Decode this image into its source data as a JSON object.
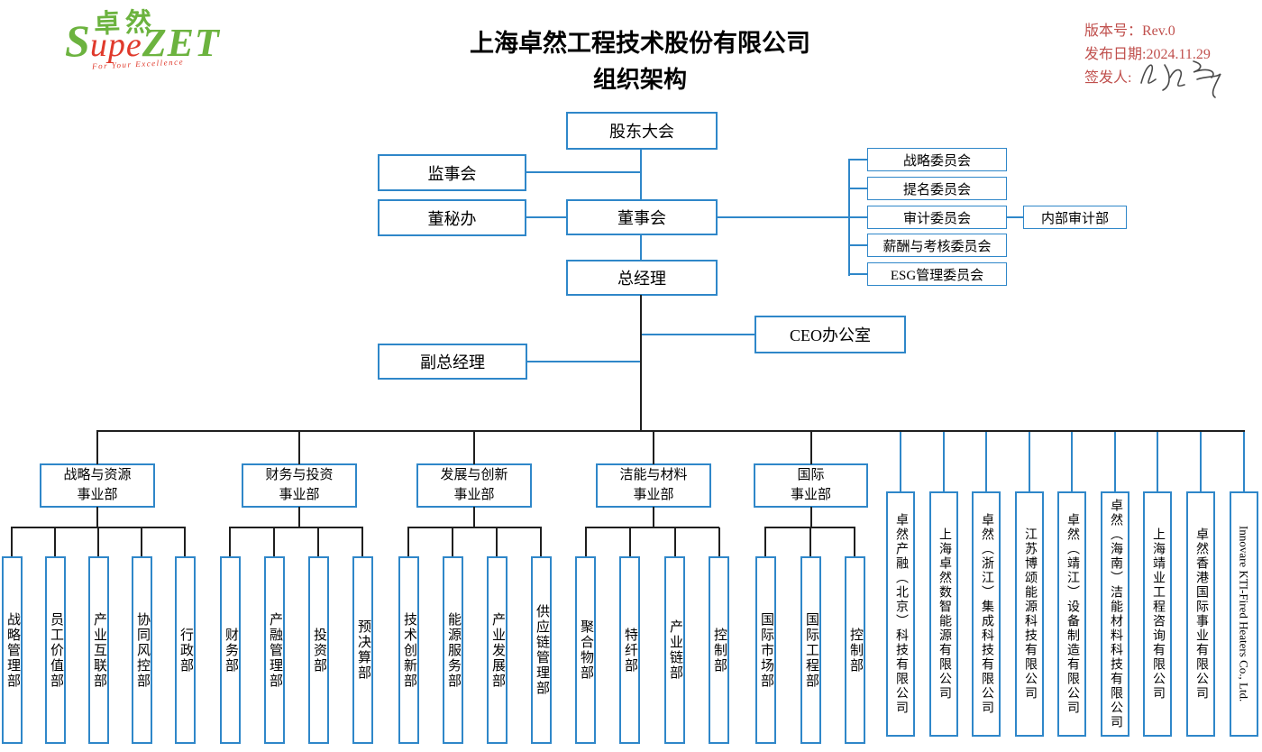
{
  "header": {
    "logo": {
      "cjk": "卓然",
      "latin_s": "S",
      "latin_upe": "upe",
      "latin_zet": "ZET",
      "tagline": "For Your Excellence"
    },
    "title_line1": "上海卓然工程技术股份有限公司",
    "title_line2": "组织架构",
    "meta": {
      "version": "版本号：Rev.0",
      "date": "发布日期:2024.11.29",
      "signer": "签发人:"
    }
  },
  "org": {
    "shareholders": "股东大会",
    "supervisory_board": "监事会",
    "board": "董事会",
    "board_secretary_office": "董秘办",
    "general_manager": "总经理",
    "deputy_general_manager": "副总经理",
    "ceo_office": "CEO办公室",
    "internal_audit": "内部审计部",
    "committees": [
      "战略委员会",
      "提名委员会",
      "审计委员会",
      "薪酬与考核委员会",
      "ESG管理委员会"
    ],
    "divisions": [
      {
        "line1": "战略与资源",
        "line2": "事业部",
        "departments": [
          "战略管理部",
          "员工价值部",
          "产业互联部",
          "协同风控部",
          "行政部"
        ]
      },
      {
        "line1": "财务与投资",
        "line2": "事业部",
        "departments": [
          "财务部",
          "产融管理部",
          "投资部",
          "预决算部"
        ]
      },
      {
        "line1": "发展与创新",
        "line2": "事业部",
        "departments": [
          "技术创新部",
          "能源服务部",
          "产业发展部",
          "供应链管理部"
        ]
      },
      {
        "line1": "洁能与材料",
        "line2": "事业部",
        "departments": [
          "聚合物部",
          "特纤部",
          "产业链部",
          "控制部"
        ]
      },
      {
        "line1": "国际",
        "line2": "事业部",
        "departments": [
          "国际市场部",
          "国际工程部",
          "控制部"
        ]
      }
    ],
    "subsidiaries": [
      "卓然产融（北京）科技有限公司",
      "上海卓然数智能源有限公司",
      "卓然（浙江）集成科技有限公司",
      "江苏博颂能源科技有限公司",
      "卓然（靖江）设备制造有限公司",
      "卓然（海南）洁能材料科技有限公司",
      "上海靖业工程咨询有限公司",
      "卓然香港国际事业有限公司",
      "Innovare KTI-Fired Heaters Co., Ltd."
    ]
  },
  "colors": {
    "box_border": "#2f87c9",
    "line_dark": "#1f1f1f",
    "meta_red": "#c0504d",
    "logo_green": "#6cb33f",
    "logo_red": "#e03a2c"
  }
}
